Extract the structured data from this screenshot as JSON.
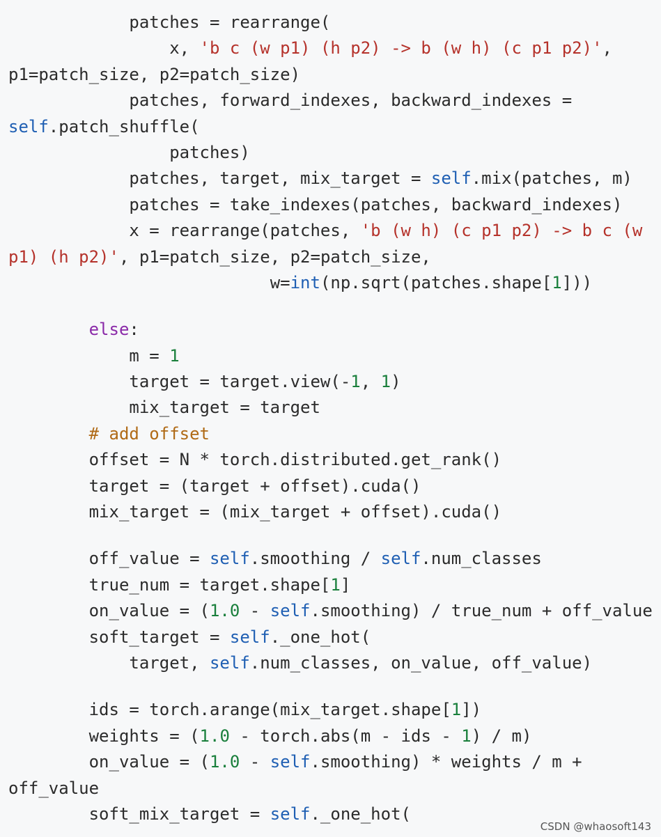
{
  "lines": [
    [
      "            ",
      {
        "t": "patches = rearrange("
      }
    ],
    [
      "                ",
      {
        "t": "x, "
      },
      {
        "s": "'b c (w p1) (h p2) -> b (w h) (c p1 p2)'"
      },
      {
        "t": ","
      }
    ],
    [
      "",
      {
        "t": "p1=patch_size, p2=patch_size)"
      }
    ],
    [
      "            ",
      {
        "t": "patches, forward_indexes, backward_indexes ="
      }
    ],
    [
      "",
      {
        "k": "self"
      },
      {
        "t": ".patch_shuffle("
      }
    ],
    [
      "                ",
      {
        "t": "patches)"
      }
    ],
    [
      "            ",
      {
        "t": "patches, target, mix_target = "
      },
      {
        "k": "self"
      },
      {
        "t": ".mix(patches, m)"
      }
    ],
    [
      "            ",
      {
        "t": "patches = take_indexes(patches, backward_indexes)"
      }
    ],
    [
      "            ",
      {
        "t": "x = rearrange(patches, "
      },
      {
        "s": "'b (w h) (c p1 p2) -> b c (w"
      }
    ],
    [
      "",
      {
        "s": "p1) (h p2)'"
      },
      {
        "t": ", p1=patch_size, p2=patch_size,"
      }
    ],
    [
      "                          ",
      {
        "t": "w="
      },
      {
        "k": "int"
      },
      {
        "t": "(np.sqrt(patches.shape["
      },
      {
        "n": "1"
      },
      {
        "t": "]))"
      }
    ],
    "gap",
    [
      "        ",
      {
        "kw": "else"
      },
      {
        "t": ":"
      }
    ],
    [
      "            ",
      {
        "t": "m = "
      },
      {
        "n": "1"
      }
    ],
    [
      "            ",
      {
        "t": "target = target.view(-"
      },
      {
        "n": "1"
      },
      {
        "t": ", "
      },
      {
        "n": "1"
      },
      {
        "t": ")"
      }
    ],
    [
      "            ",
      {
        "t": "mix_target = target"
      }
    ],
    [
      "        ",
      {
        "c": "# add offset"
      }
    ],
    [
      "        ",
      {
        "t": "offset = N * torch.distributed.get_rank()"
      }
    ],
    [
      "        ",
      {
        "t": "target = (target + offset).cuda()"
      }
    ],
    [
      "        ",
      {
        "t": "mix_target = (mix_target + offset).cuda()"
      }
    ],
    "gap",
    [
      "        ",
      {
        "t": "off_value = "
      },
      {
        "k": "self"
      },
      {
        "t": ".smoothing / "
      },
      {
        "k": "self"
      },
      {
        "t": ".num_classes"
      }
    ],
    [
      "        ",
      {
        "t": "true_num = target.shape["
      },
      {
        "n": "1"
      },
      {
        "t": "]"
      }
    ],
    [
      "        ",
      {
        "t": "on_value = ("
      },
      {
        "n": "1.0"
      },
      {
        "t": " - "
      },
      {
        "k": "self"
      },
      {
        "t": ".smoothing) / true_num + off_value"
      }
    ],
    [
      "        ",
      {
        "t": "soft_target = "
      },
      {
        "k": "self"
      },
      {
        "t": "._one_hot("
      }
    ],
    [
      "            ",
      {
        "t": "target, "
      },
      {
        "k": "self"
      },
      {
        "t": ".num_classes, on_value, off_value)"
      }
    ],
    "gap",
    [
      "        ",
      {
        "t": "ids = torch.arange(mix_target.shape["
      },
      {
        "n": "1"
      },
      {
        "t": "])"
      }
    ],
    [
      "        ",
      {
        "t": "weights = ("
      },
      {
        "n": "1.0"
      },
      {
        "t": " - torch.abs(m - ids - "
      },
      {
        "n": "1"
      },
      {
        "t": ") / m)"
      }
    ],
    [
      "        ",
      {
        "t": "on_value = ("
      },
      {
        "n": "1.0"
      },
      {
        "t": " - "
      },
      {
        "k": "self"
      },
      {
        "t": ".smoothing) * weights / m +"
      }
    ],
    [
      "",
      {
        "t": "off_value"
      }
    ],
    [
      "        ",
      {
        "t": "soft_mix_target = "
      },
      {
        "k": "self"
      },
      {
        "t": "._one_hot("
      }
    ]
  ],
  "watermark": "CSDN @whaosoft143",
  "colors": {
    "string": "#b5322b",
    "self_builtin": "#1f5fb3",
    "number": "#1a7f3c",
    "keyword": "#8a2aa8",
    "comment": "#b06a16",
    "text": "#2b2b2b",
    "background": "#f7f8f9"
  }
}
